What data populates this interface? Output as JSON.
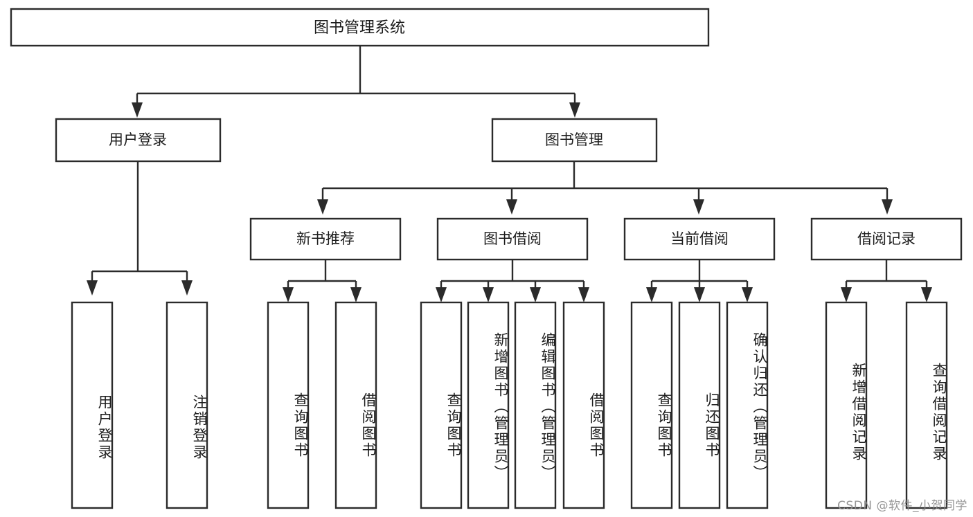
{
  "diagram": {
    "type": "tree-hierarchy",
    "title": "图书管理系统",
    "background_color": "#ffffff",
    "line_color": "#2b2b2b",
    "text_color": "#1c1c1c",
    "root": {
      "label": "图书管理系统"
    },
    "level2": [
      {
        "label": "用户登录"
      },
      {
        "label": "图书管理"
      }
    ],
    "level3": [
      {
        "label": "新书推荐"
      },
      {
        "label": "图书借阅"
      },
      {
        "label": "当前借阅"
      },
      {
        "label": "借阅记录"
      }
    ],
    "leaves": {
      "user_login": [
        {
          "label": "用户登录"
        },
        {
          "label": "注销登录"
        }
      ],
      "new_book_recommend": [
        {
          "label": "查询图书"
        },
        {
          "label": "借阅图书"
        }
      ],
      "book_borrow": [
        {
          "label": "查询图书"
        },
        {
          "label": "新增图书（管理员）"
        },
        {
          "label": "编辑图书（管理员）"
        },
        {
          "label": "借阅图书"
        }
      ],
      "current_borrow": [
        {
          "label": "查询图书"
        },
        {
          "label": "归还图书"
        },
        {
          "label": "确认归还（管理员）"
        }
      ],
      "borrow_records": [
        {
          "label": "新增借阅记录"
        },
        {
          "label": "查询借阅记录"
        }
      ]
    }
  },
  "watermark": {
    "text": "CSDN @软件_小贺同学"
  }
}
